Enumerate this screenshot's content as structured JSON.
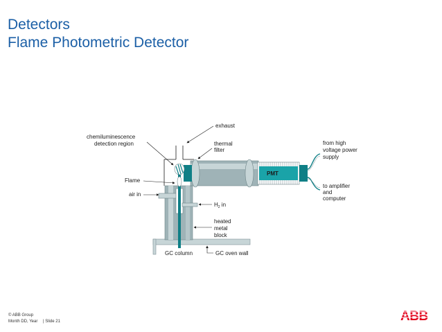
{
  "slide": {
    "title": "Detectors",
    "subtitle": "Flame Photometric Detector"
  },
  "diagram": {
    "labels": {
      "exhaust": "exhaust",
      "chemiluminescence_line1": "chemiluminescence",
      "chemiluminescence_line2": "detection region",
      "thermal_filter_line1": "thermal",
      "thermal_filter_line2": "filter",
      "hv_line1": "from high",
      "hv_line2": "voltage power",
      "hv_line3": "supply",
      "pmt": "PMT",
      "flame": "Flame",
      "air_in": "air in",
      "h2_main": "H",
      "h2_sub": "2",
      "h2_in": " in",
      "amp_line1": "to amplifier",
      "amp_line2": "and",
      "amp_line3": "computer",
      "heated_line1": "heated",
      "heated_line2": "metal",
      "heated_line3": "block",
      "gc_column": "GC column",
      "gc_oven_wall": "GC oven wall"
    },
    "colors": {
      "steel": "#9fb3b7",
      "light_steel": "#c7d5d7",
      "teal_tube": "#0f7f86",
      "pmt_fill": "#1aa3a8",
      "line": "#1a1a1a"
    }
  },
  "footer": {
    "copyright": "© ABB Group",
    "date": "Month DD, Year",
    "slide_number": "| Slide 21"
  },
  "logo": {
    "text": "ABB",
    "color": "#e2001a"
  }
}
